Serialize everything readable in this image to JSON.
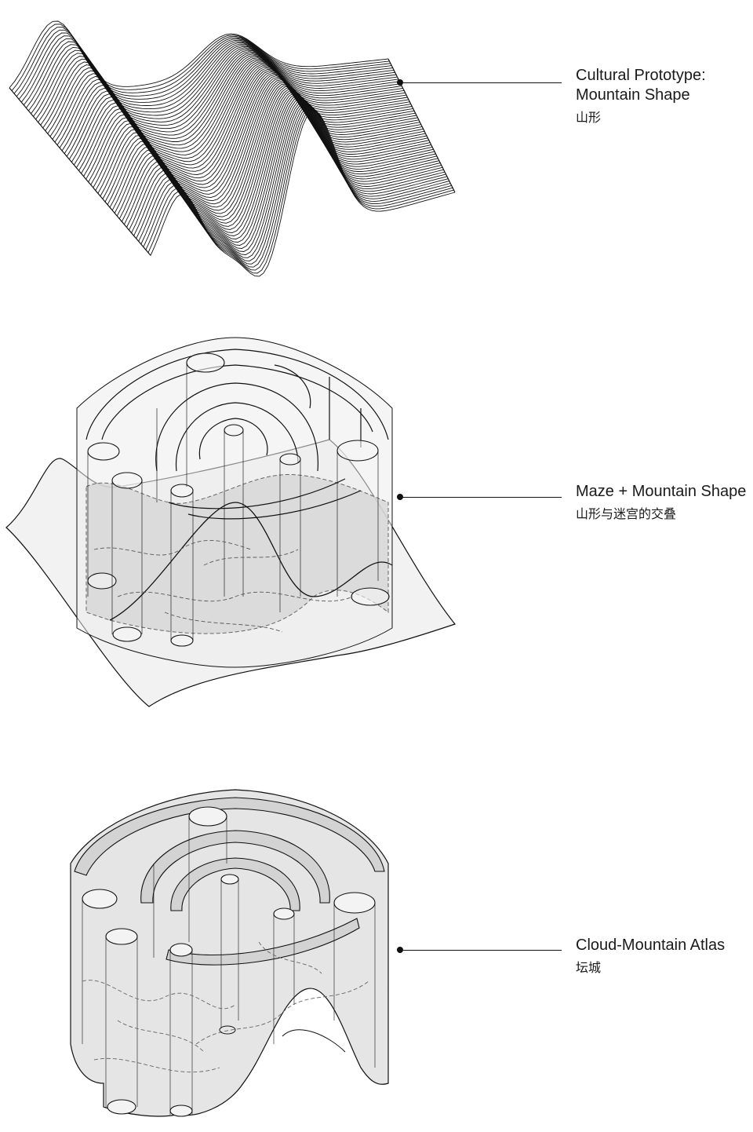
{
  "stages": [
    {
      "title": "Cultural Prototype:\nMountain Shape",
      "subtitle": "山形"
    },
    {
      "title": "Maze + Mountain Shape",
      "subtitle": "山形与迷宫的交叠"
    },
    {
      "title": "Cloud-Mountain Atlas",
      "subtitle": "坛城"
    }
  ],
  "colors": {
    "line": "#111111",
    "fill_light": "#f2f2f2",
    "fill_mid": "#dedede",
    "fill_dark": "#cfcfcf"
  }
}
